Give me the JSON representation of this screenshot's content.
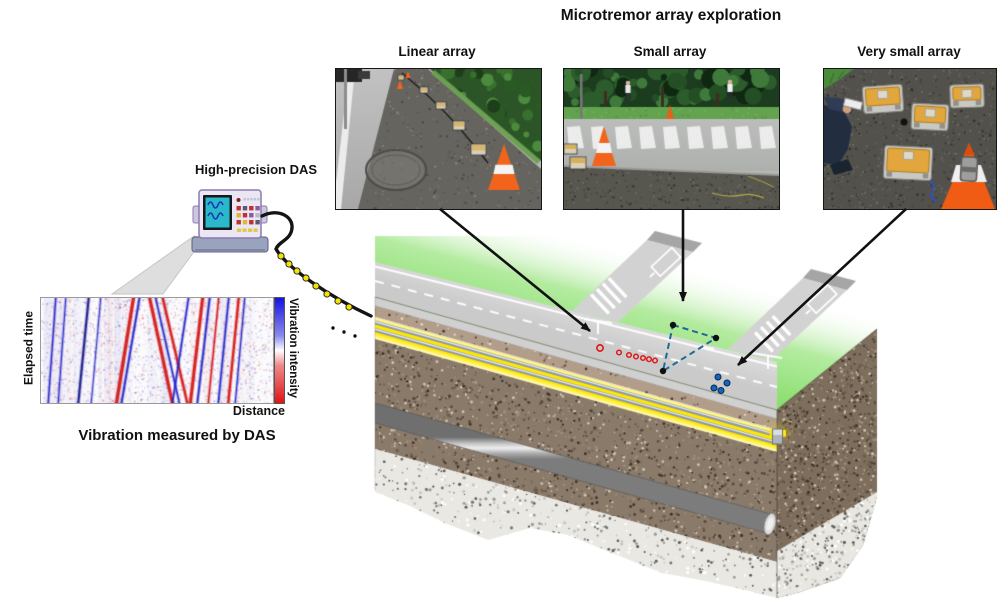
{
  "title": "Microtremor array exploration",
  "photos": {
    "linear": {
      "label": "Linear array"
    },
    "small": {
      "label": "Small array"
    },
    "very_small": {
      "label": "Very small array"
    }
  },
  "das": {
    "label": "High-precision DAS"
  },
  "waterfall": {
    "y_axis_label": "Elapsed time",
    "x_axis_label": "Distance",
    "colorbar_label": "Vibration intensity",
    "caption": "Vibration measured by DAS"
  },
  "chart_data": {
    "type": "heatmap",
    "title": "Vibration measured by DAS",
    "xlabel": "Distance",
    "ylabel": "Elapsed time",
    "colorbar_label": "Vibration intensity",
    "colorbar_top_color": "#1414e0",
    "colorbar_bottom_color": "#e01414",
    "description": "DAS waterfall record: pale noisy background with diagonal red/blue streaks marking vibrations moving along the buried fiber with distance and elapsed time."
  },
  "colors": {
    "fiber_highlight": "#ffe800",
    "linear_marker": "#e01818",
    "small_array_triangle": "#1d6b94",
    "very_small_marker": "#1565c0",
    "grass": "#8bdf6f",
    "arrow": "#111111"
  }
}
